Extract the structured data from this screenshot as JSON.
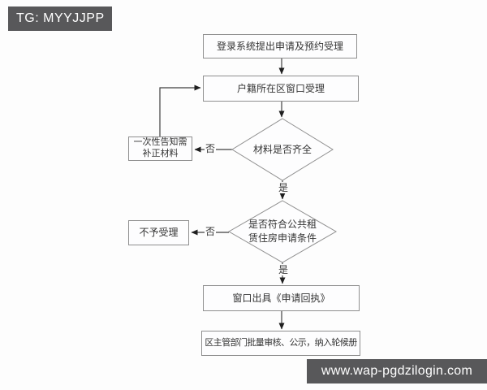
{
  "header": {
    "tag": "TG: MYYJJPP"
  },
  "footer": {
    "url": "www.wap-pgdzilogin.com"
  },
  "flowchart": {
    "nodes": {
      "login": {
        "label": "登录系统提出申请及预约受理",
        "shape": "rect"
      },
      "window_accept": {
        "label": "户籍所在区窗口受理",
        "shape": "rect"
      },
      "check_materials": {
        "label": "材料是否齐全",
        "shape": "diamond"
      },
      "notify_correction": {
        "label": "一次性告知需补正材料",
        "shape": "rect"
      },
      "check_eligibility": {
        "label": "是否符合公共租赁住房申请条件",
        "shape": "diamond"
      },
      "reject": {
        "label": "不予受理",
        "shape": "rect"
      },
      "issue_receipt": {
        "label": "窗口出具《申请回执》",
        "shape": "rect"
      },
      "final_review": {
        "label": "区主管部门批量审核、公示，纳入轮候册",
        "shape": "rect"
      }
    },
    "edge_labels": {
      "materials_yes": "是",
      "materials_no": "否",
      "eligibility_yes": "是",
      "eligibility_no": "否"
    }
  },
  "colors": {
    "bar_background": "#58585a",
    "bar_text": "#ffffff",
    "node_border": "#8f8f8f",
    "node_fill": "#fdfdfe",
    "connector": "#404040",
    "text": "#333333"
  }
}
